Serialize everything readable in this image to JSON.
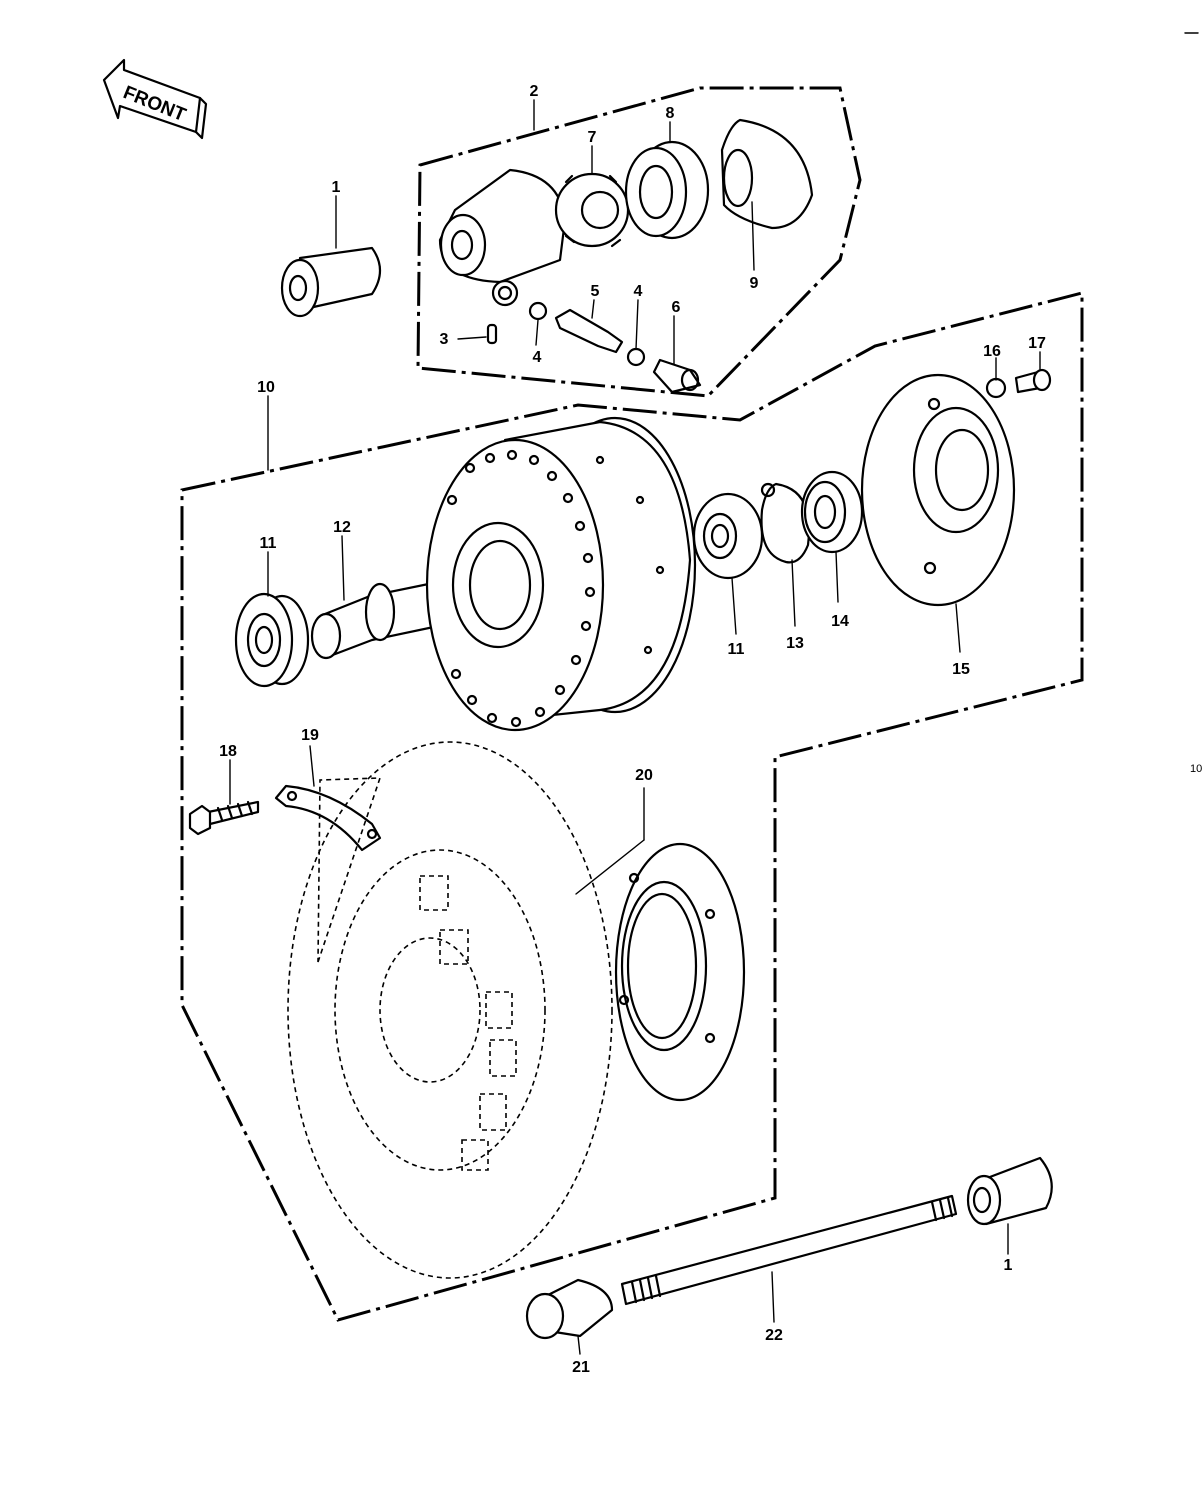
{
  "front_label": "FRONT",
  "edge_text": "10",
  "callouts": {
    "c1_top": "1",
    "c2": "2",
    "c3": "3",
    "c4_left": "4",
    "c4_right": "4",
    "c5": "5",
    "c6": "6",
    "c7": "7",
    "c8": "8",
    "c9": "9",
    "c10": "10",
    "c11_left": "11",
    "c11_right": "11",
    "c12": "12",
    "c13": "13",
    "c14": "14",
    "c15": "15",
    "c16": "16",
    "c17": "17",
    "c18": "18",
    "c19": "19",
    "c20": "20",
    "c1_bottom": "1",
    "c21": "21",
    "c22": "22"
  }
}
